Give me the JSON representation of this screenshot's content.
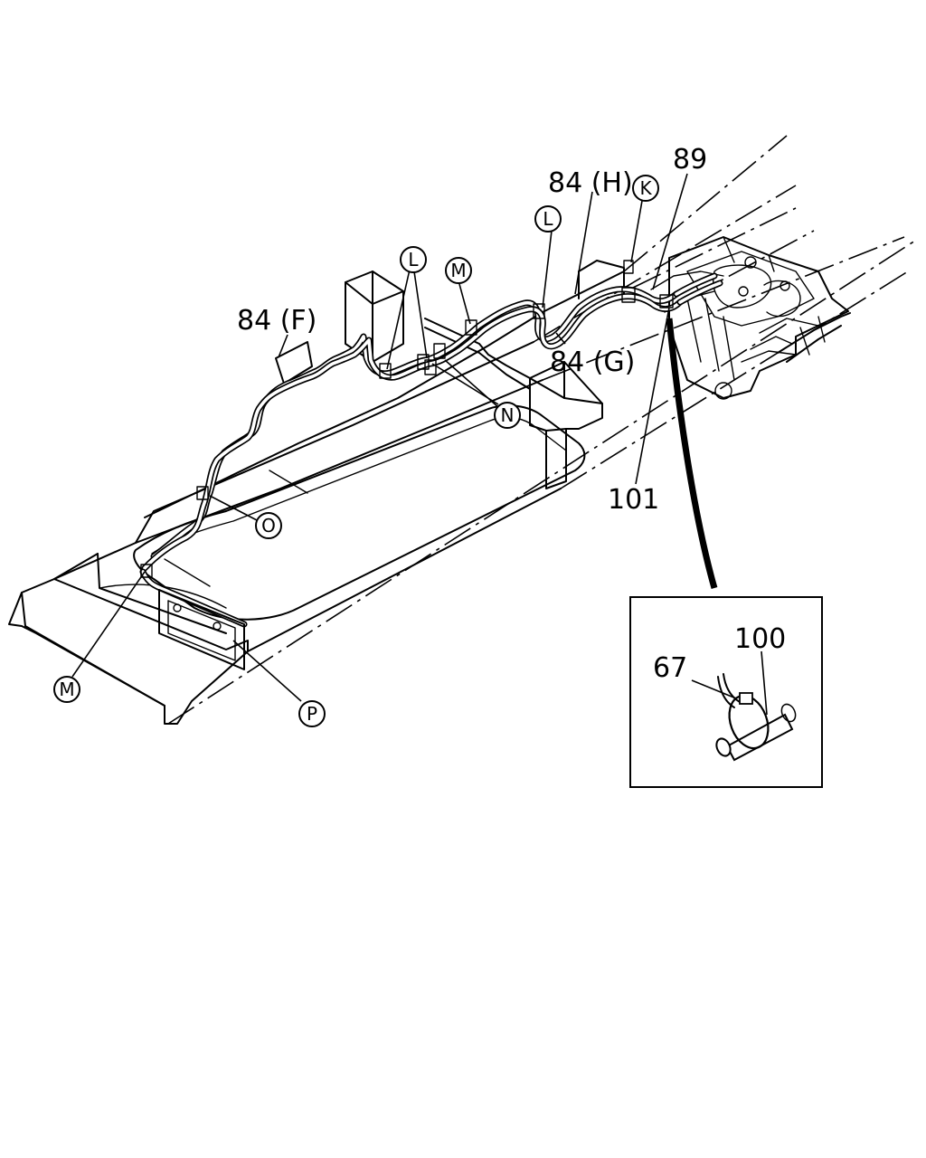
{
  "callouts": {
    "ref_84F": "84 (F)",
    "ref_84H": "84 (H)",
    "ref_84G": "84 (G)",
    "ref_89": "89",
    "ref_101": "101",
    "ref_100": "100",
    "ref_67": "67"
  },
  "circled": {
    "K": "K",
    "L_top": "L",
    "L_mid": "L",
    "M_top": "M",
    "N": "N",
    "O": "O",
    "M_bottom": "M",
    "P": "P"
  }
}
